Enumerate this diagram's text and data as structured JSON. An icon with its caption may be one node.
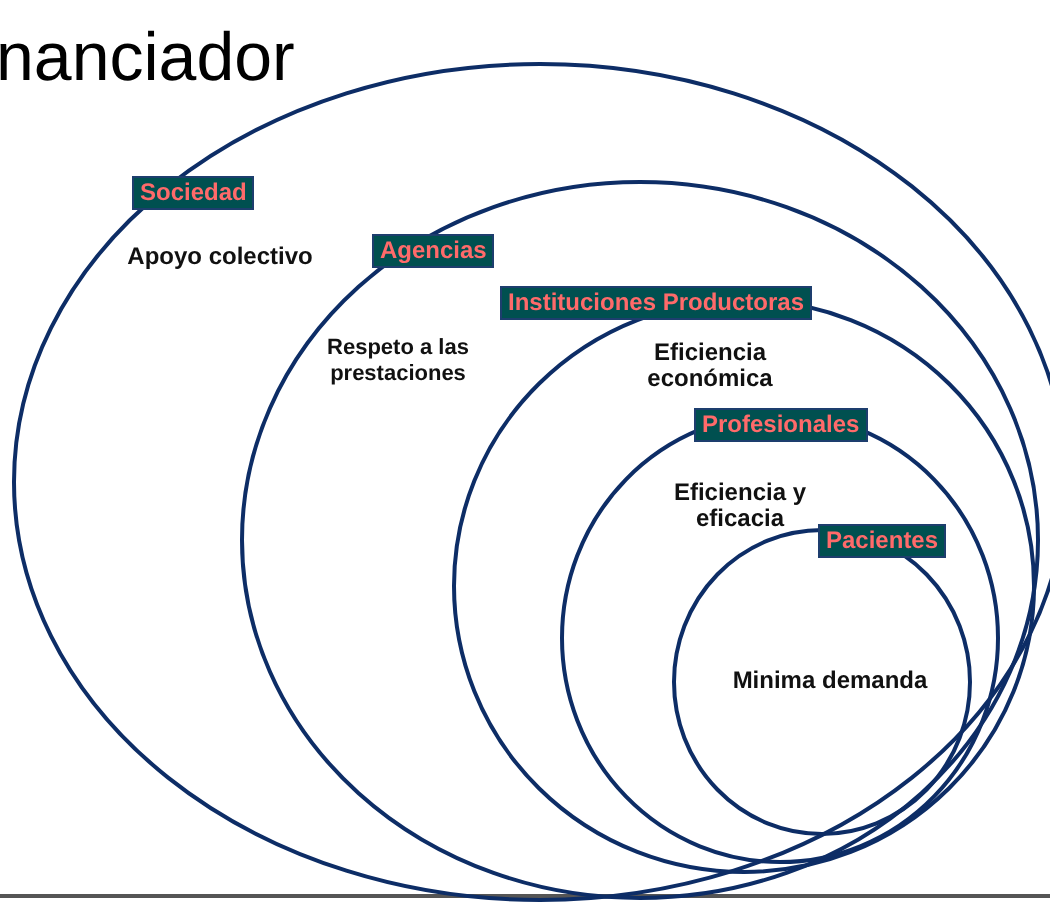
{
  "diagram": {
    "title": "nanciador",
    "nodes": [
      {
        "text": [
          "Sociedad",
          "Apoyo colectivo"
        ]
      },
      {
        "text": [
          "Agencias",
          "Respeto a las prestaciones"
        ],
        "in": 0
      },
      {
        "text": [
          "Instituciones Productoras",
          "Eficiencia económica"
        ],
        "in": 1
      },
      {
        "text": [
          "Profesionales",
          "Eficiencia y eficacia"
        ],
        "in": 2
      },
      {
        "text": [
          "Pacientes",
          "Minima demanda"
        ],
        "in": 3
      }
    ]
  }
}
